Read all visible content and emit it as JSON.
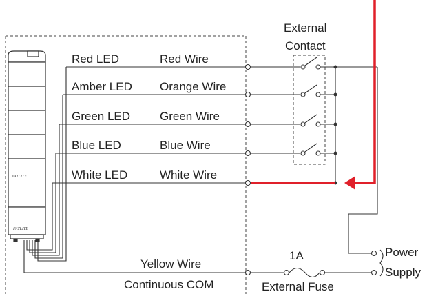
{
  "diagram": {
    "colors": {
      "wire": "#333333",
      "highlight": "#e0202a",
      "background": "#ffffff"
    },
    "brand_text": "PATLITE",
    "external_contact": {
      "line1": "External",
      "line2": "Contact"
    },
    "rows": [
      {
        "led": "Red LED",
        "wire": "Red Wire"
      },
      {
        "led": "Amber LED",
        "wire": "Orange Wire"
      },
      {
        "led": "Green LED",
        "wire": "Green Wire"
      },
      {
        "led": "Blue LED",
        "wire": "Blue Wire"
      },
      {
        "led": "White LED",
        "wire": "White Wire"
      }
    ],
    "common": {
      "wire": "Yellow Wire",
      "label": "Continuous COM"
    },
    "fuse": {
      "rating": "1A",
      "label": "External Fuse"
    },
    "power_supply": {
      "line1": "Power",
      "line2": "Supply"
    }
  }
}
